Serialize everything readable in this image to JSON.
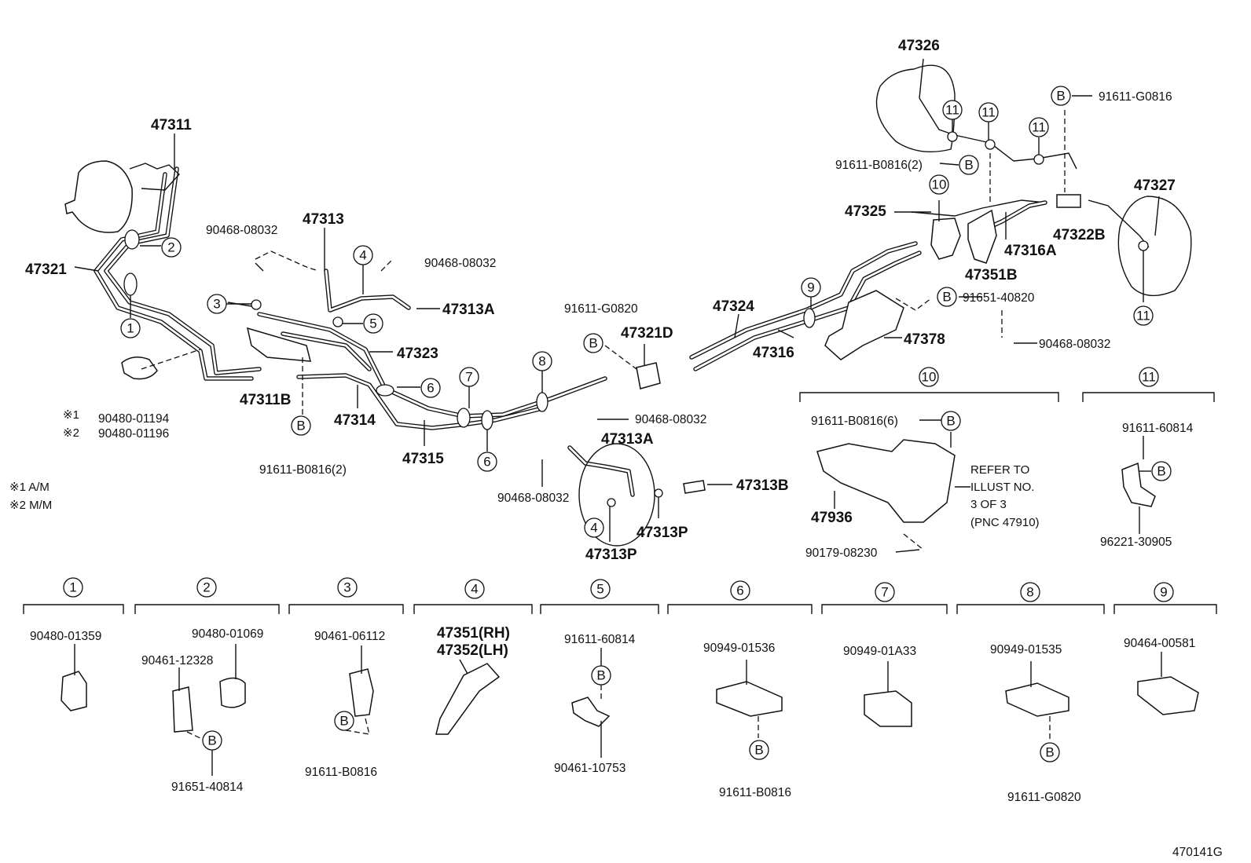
{
  "labels": {
    "p47311": "47311",
    "p47321": "47321",
    "p90468_a": "90468-08032",
    "p47313": "47313",
    "p90468_b": "90468-08032",
    "p47313A_a": "47313A",
    "p47323": "47323",
    "p47311B": "47311B",
    "p47314": "47314",
    "p47315": "47315",
    "p91611_B0816_2a": "91611-B0816(2)",
    "n1": "※1",
    "n2": "※2",
    "p90480_01194": "90480-01194",
    "p90480_01196": "90480-01196",
    "legend1": "※1 A/M",
    "legend2": "※2 M/M",
    "p91611_G0820_a": "91611-G0820",
    "p47321D": "47321D",
    "p90468_c": "90468-08032",
    "p47313A_b": "47313A",
    "p90468_d": "90468-08032",
    "p47313B": "47313B",
    "p47313P_a": "47313P",
    "p47313P_b": "47313P",
    "p47324": "47324",
    "p47316": "47316",
    "p47378": "47378",
    "p91651_40820": "91651-40820",
    "p90468_e": "90468-08032",
    "p47326": "47326",
    "p91611_G0816": "91611-G0816",
    "p91611_B0816_2b": "91611-B0816(2)",
    "p47325": "47325",
    "p47316A": "47316A",
    "p47322B": "47322B",
    "p47351B": "47351B",
    "p47327": "47327",
    "p91611_B0816_6": "91611-B0816(6)",
    "refer1": "REFER TO",
    "refer2": "ILLUST NO.",
    "refer3": "3 OF 3",
    "refer4": "(PNC 47910)",
    "p47936": "47936",
    "p90179_08230": "90179-08230",
    "p91611_60814_a": "91611-60814",
    "p96221_30905": "96221-30905",
    "d1_90480_01359": "90480-01359",
    "d2_90480_01069": "90480-01069",
    "d2_90461_12328": "90461-12328",
    "d2_91651_40814": "91651-40814",
    "d3_90461_06112": "90461-06112",
    "d3_91611_B0816": "91611-B0816",
    "d4_47351": "47351(RH)",
    "d4_47352": "47352(LH)",
    "d5_91611_60814": "91611-60814",
    "d5_90461_10753": "90461-10753",
    "d6_90949_01536": "90949-01536",
    "d6_91611_B0816": "91611-B0816",
    "d7_90949_01A33": "90949-01A33",
    "d8_90949_01535": "90949-01535",
    "d8_91611_G0820": "91611-G0820",
    "d9_90464_00581": "90464-00581",
    "diagram_id": "470141G"
  },
  "markers": {
    "one": "1",
    "two": "2",
    "three": "3",
    "four": "4",
    "five": "5",
    "six": "6",
    "seven": "7",
    "eight": "8",
    "nine": "9",
    "ten": "10",
    "eleven": "11",
    "b": "B"
  }
}
